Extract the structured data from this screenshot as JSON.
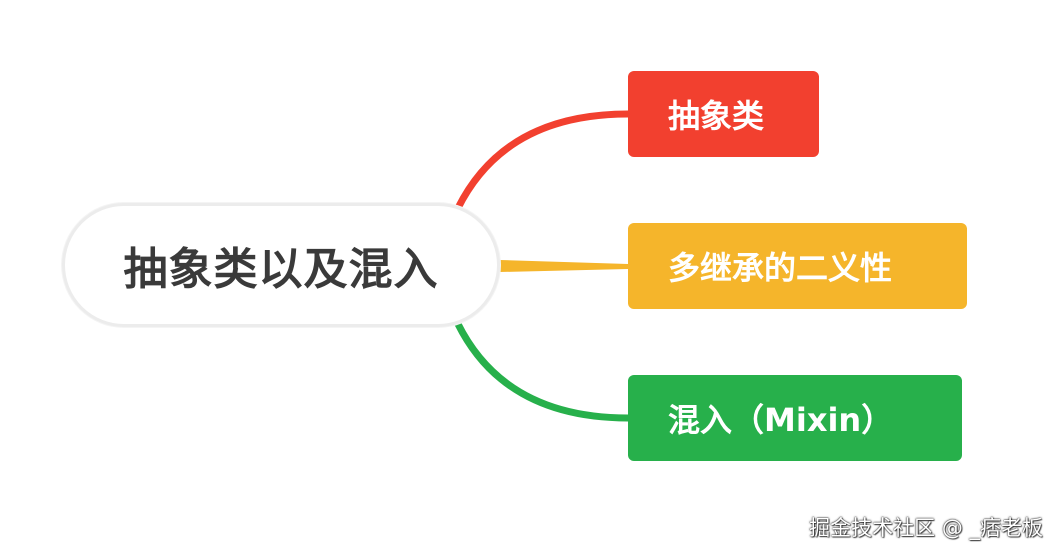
{
  "colors": {
    "branch_red": "#f2402f",
    "branch_yellow": "#f5b52b",
    "branch_green": "#27b04b",
    "root_border": "#ececec",
    "root_text": "#3a3a3a"
  },
  "mindmap": {
    "root": {
      "label": "抽象类以及混入"
    },
    "branches": [
      {
        "label": "抽象类",
        "color": "#f2402f"
      },
      {
        "label": "多继承的二义性",
        "color": "#f5b52b"
      },
      {
        "label": "混入（Mixin）",
        "color": "#27b04b"
      }
    ]
  },
  "watermark": {
    "text": "掘金技术社区 @ _痞老板"
  }
}
